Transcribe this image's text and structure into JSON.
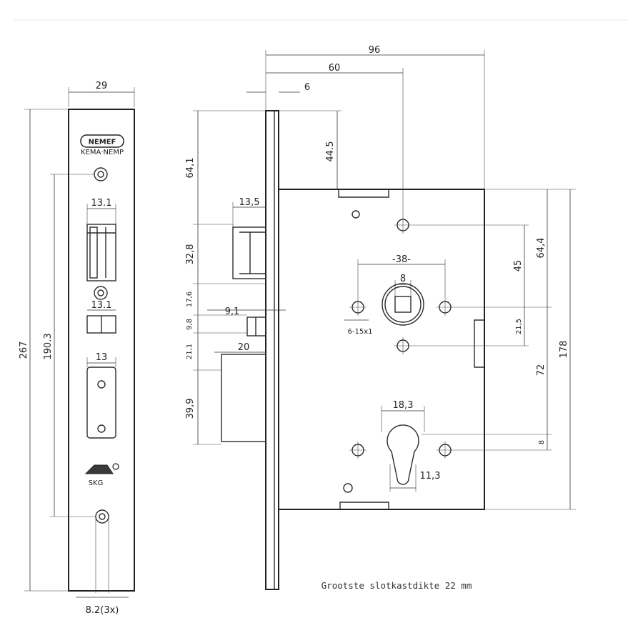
{
  "faceplate": {
    "width": "29",
    "total_height": "267",
    "screw_distance": "190.3",
    "latch_width": "13.1",
    "deadbolt_width": "13.1",
    "bolt_width": "13",
    "screw_hole": "8.2(3x)",
    "logo_text": "NEMEF",
    "logo_sub": "KEMA·NEMP",
    "skg_text": "SKG"
  },
  "side": {
    "backset_total": "96",
    "backset": "60",
    "plate_thickness": "6",
    "top_offset": "44.5",
    "dim_64_1": "64,1",
    "dim_32_8": "32,8",
    "dim_17_6": "17,6",
    "dim_9_8": "9,8",
    "dim_21_1": "21,1",
    "dim_39_9": "39,9",
    "latch_projection": "13,5",
    "dim_9_1": "9,1",
    "bolt_projection": "20",
    "follower_spacing": "38",
    "follower_square": "8",
    "follower_holes": "6-15x1",
    "dim_45": "45",
    "dim_21_5": "21,5",
    "dim_64_4": "64,4",
    "dim_72": "72",
    "dim_178": "178",
    "cylinder_width": "18,3",
    "cylinder_bottom": "11,3",
    "dim_8": "8"
  },
  "footer_note": "Grootste slotkastdikte 22 mm"
}
